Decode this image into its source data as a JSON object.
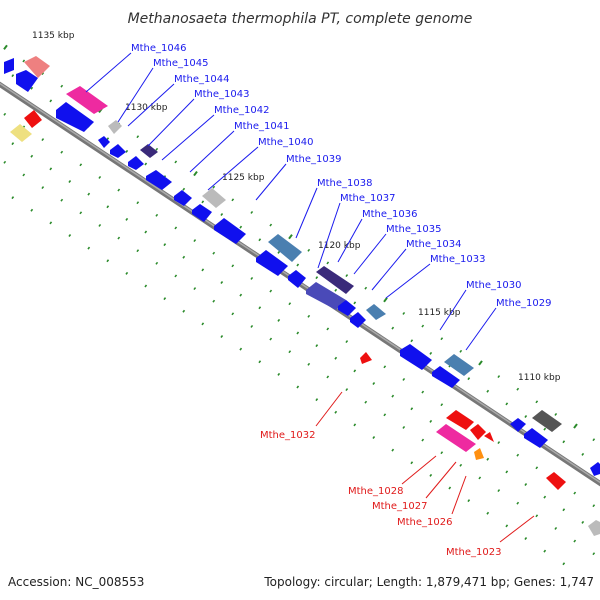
{
  "title": "Methanosaeta thermophila PT, complete genome",
  "footer": {
    "accession": "Accession: NC_008553",
    "summary": "Topology: circular; Length: 1,879,471 bp; Genes: 1,747"
  },
  "scale_labels": [
    "1135 kbp",
    "1130 kbp",
    "1125 kbp",
    "1120 kbp",
    "1115 kbp",
    "1110 kbp"
  ],
  "forward_gene_labels": [
    "Mthe_1046",
    "Mthe_1045",
    "Mthe_1044",
    "Mthe_1043",
    "Mthe_1042",
    "Mthe_1041",
    "Mthe_1040",
    "Mthe_1039",
    "Mthe_1038",
    "Mthe_1037",
    "Mthe_1036",
    "Mthe_1035",
    "Mthe_1034",
    "Mthe_1033",
    "Mthe_1030",
    "Mthe_1029"
  ],
  "reverse_gene_labels": [
    "Mthe_1032",
    "Mthe_1028",
    "Mthe_1027",
    "Mthe_1026",
    "Mthe_1023"
  ],
  "colors": {
    "backbone": "#888888",
    "cds": "#1010ee",
    "cds_blue_steel": "#4a7fb0",
    "cds_purple": "#3a2a7a",
    "cds_grey": "#bbbbbb",
    "cds_dark_grey": "#555555",
    "cds_pink": "#ee2aa0",
    "cds_salmon": "#ee8080",
    "cds_yellow": "#eee080",
    "cds_red": "#ee1010",
    "cds_orange": "#ff9010",
    "tick": "#2a8a2a",
    "label_forward": "#1a1aee",
    "label_reverse": "#e01a1a"
  }
}
